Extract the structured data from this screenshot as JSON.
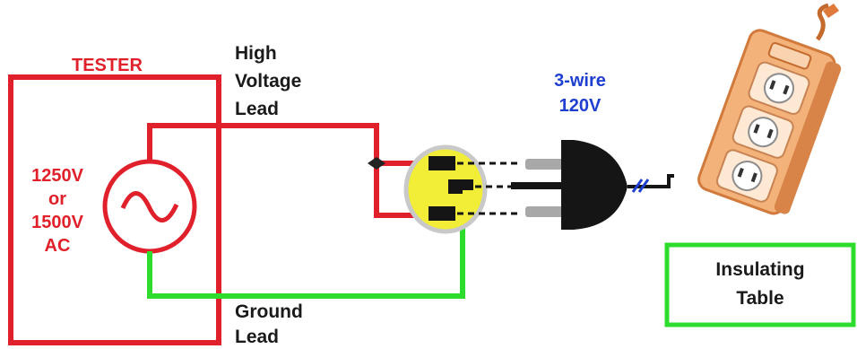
{
  "tester": {
    "title": "TESTER",
    "voltage_line1": "1250V",
    "voltage_line2": "or",
    "voltage_line3": "1500V",
    "voltage_line4": "AC"
  },
  "high_voltage_lead": {
    "line1": "High",
    "line2": "Voltage",
    "line3": "Lead"
  },
  "ground_lead": {
    "line1": "Ground",
    "line2": "Lead"
  },
  "plug": {
    "line1": "3-wire",
    "line2": "120V"
  },
  "insulating_table": {
    "line1": "Insulating",
    "line2": "Table"
  },
  "colors": {
    "tester_red": "#e0202a",
    "ground_green": "#2edc2e",
    "plug_blue": "#1f3fd0",
    "receptacle_yellow": "#f2ee38",
    "strip_orange": "#f3b27a"
  }
}
